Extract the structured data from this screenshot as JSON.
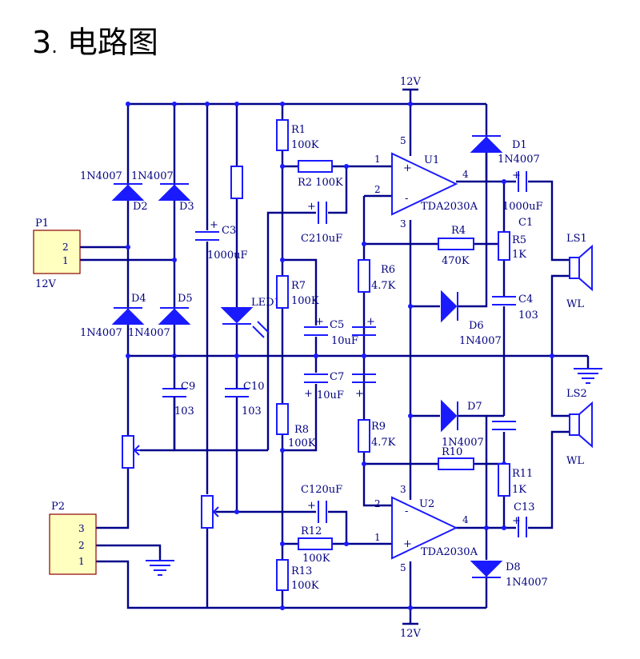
{
  "heading": {
    "number": "3",
    "title": "电路图"
  },
  "labels": {
    "vcc_top": "12V",
    "vcc_bottom": "12V",
    "p1": "P1",
    "p1_pin2": "2",
    "p1_pin1": "1",
    "p1_voltage": "12V",
    "p2": "P2",
    "p2_pin3": "3",
    "p2_pin2": "2",
    "p2_pin1": "1",
    "d1": "D1",
    "d1_part": "1N4007",
    "d2": "D2",
    "d2_part": "1N4007",
    "d3": "D3",
    "d3_part": "1N4007",
    "d4": "D4",
    "d4_part": "1N4007",
    "d5": "D5",
    "d5_part": "1N4007",
    "d6": "D6",
    "d6_part": "1N4007",
    "d7": "D7",
    "d7_part": "1N4007",
    "d8": "D8",
    "d8_part": "1N4007",
    "r1": "R1",
    "r1_val": "100K",
    "r2": "R2 100K",
    "r4": "R4",
    "r4_val": "470K",
    "r5": "R5",
    "r5_val": "1K",
    "r6": "R6",
    "r6_val": "4.7K",
    "r7": "R7",
    "r7_val": "100K",
    "r8": "R8",
    "r8_val": "100K",
    "r9": "R9",
    "r9_val": "4.7K",
    "r10": "R10",
    "r11": "R11",
    "r11_val": "1K",
    "r12": "R12",
    "r12_val": "100K",
    "r13": "R13",
    "r13_val": "100K",
    "c1": "C1",
    "c1_val": "1000uF",
    "c2": "C210uF",
    "c3": "C3",
    "c3_val": "1000uF",
    "c4": "C4",
    "c4_val": "103",
    "c5": "C5",
    "c5_val": "10uF",
    "c7": "C7",
    "c7_val": "10uF",
    "c9": "C9",
    "c9_val": "103",
    "c10": "C10",
    "c10_val": "103",
    "c12": "C120uF",
    "c13": "C13",
    "led1": "LED1",
    "u1": "U1",
    "u1_part": "TDA2030A",
    "u2": "U2",
    "u2_part": "TDA2030A",
    "ls1": "LS1",
    "ls1_type": "WL",
    "ls2": "LS2",
    "ls2_type": "WL",
    "u1_pin1": "1",
    "u1_pin2": "2",
    "u1_pin3": "3",
    "u1_pin4": "4",
    "u1_pin5": "5",
    "u2_pin1": "1",
    "u2_pin2": "2",
    "u2_pin3": "3",
    "u2_pin4": "4",
    "u2_pin5": "5"
  }
}
